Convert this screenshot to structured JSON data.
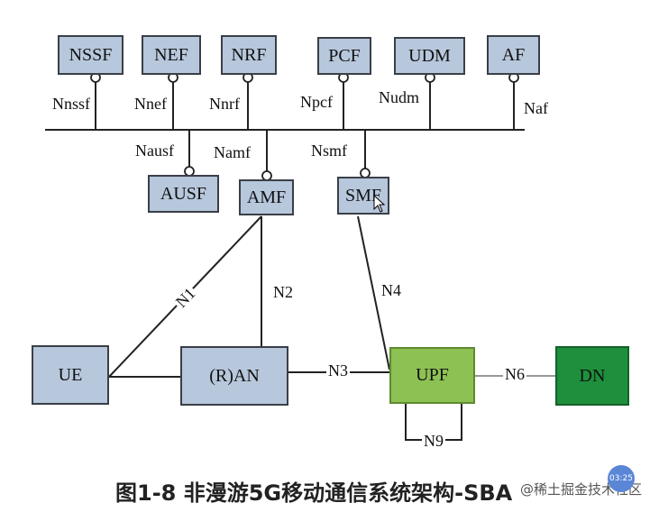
{
  "nodes": {
    "nssf": "NSSF",
    "nef": "NEF",
    "nrf": "NRF",
    "pcf": "PCF",
    "udm": "UDM",
    "af": "AF",
    "ausf": "AUSF",
    "amf": "AMF",
    "smf": "SMF",
    "ue": "UE",
    "ran": "(R)AN",
    "upf": "UPF",
    "dn": "DN"
  },
  "interfaces": {
    "nnssf": "Nnssf",
    "nnef": "Nnef",
    "nnrf": "Nnrf",
    "npcf": "Npcf",
    "nudm": "Nudm",
    "naf": "Naf",
    "nausf": "Nausf",
    "namf": "Namf",
    "nsmf": "Nsmf",
    "n1": "N1",
    "n2": "N2",
    "n3": "N3",
    "n4": "N4",
    "n6": "N6",
    "n9": "N9"
  },
  "caption": "图1-8  非漫游5G移动通信系统架构-SBA",
  "watermark": "@稀土掘金技术社区",
  "video_time": "03:25",
  "colors": {
    "nf_fill": "#b7c7dc",
    "upf_fill": "#8dc153",
    "dn_fill": "#1e8f3c"
  }
}
